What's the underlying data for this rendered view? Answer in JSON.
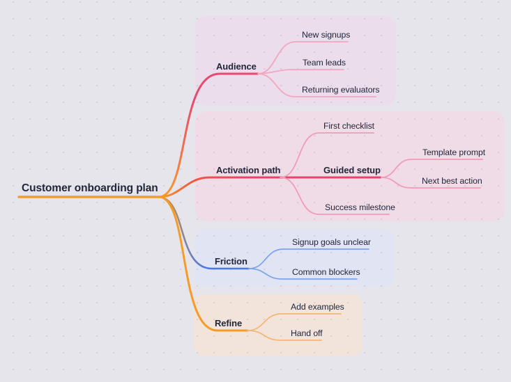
{
  "map": {
    "root": {
      "label": "Customer onboarding plan",
      "color": "#f59b2d"
    },
    "branches": [
      {
        "label": "Audience",
        "color": "#e8496f",
        "child_line_color": "#f2a6c0",
        "group_fill": "#ebddec",
        "children": [
          {
            "label": "New signups"
          },
          {
            "label": "Team leads"
          },
          {
            "label": "Returning evaluators"
          }
        ]
      },
      {
        "label": "Activation path",
        "start_color": "#f0583f",
        "color": "#e8436a",
        "child_line_color": "#f09cb6",
        "group_fill": "#f0dce6",
        "children": [
          {
            "label": "First checklist"
          },
          {
            "label": "Guided setup",
            "children": [
              {
                "label": "Template prompt"
              },
              {
                "label": "Next best action"
              }
            ]
          },
          {
            "label": "Success milestone"
          }
        ]
      },
      {
        "label": "Friction",
        "start_color": "#bd9055",
        "mid_color": "#8a8593",
        "color": "#4b78e8",
        "child_line_color": "#7da2ec",
        "group_fill": "#e0e4f3",
        "children": [
          {
            "label": "Signup goals unclear"
          },
          {
            "label": "Common blockers"
          }
        ]
      },
      {
        "label": "Refine",
        "color": "#f59b28",
        "child_line_color": "#f3b671",
        "group_fill": "#f2e4db",
        "children": [
          {
            "label": "Add examples"
          },
          {
            "label": "Hand off"
          }
        ]
      }
    ]
  },
  "colors": {
    "background": "#e7e5ec",
    "dot_overlay": "rgba(90,74,110,0.13)",
    "text": "#23263a"
  }
}
